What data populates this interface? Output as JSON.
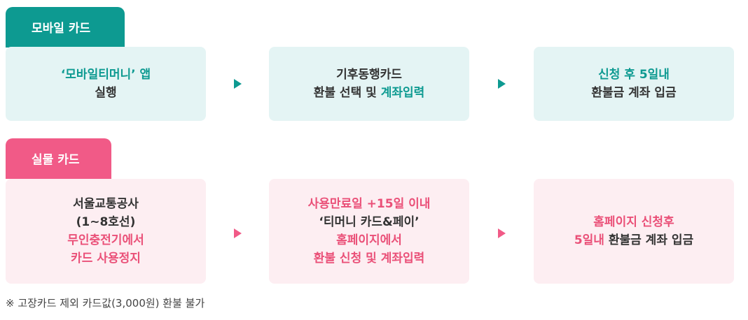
{
  "mobile": {
    "tab_label": "모바일 카드",
    "steps": [
      {
        "line1": "‘모바일티머니’ 앱",
        "line2": "실행"
      },
      {
        "line1": "기후동행카드",
        "line2_a": "환불 선택 및 ",
        "line2_b": "계좌입력"
      },
      {
        "line1": "신청 후 5일내",
        "line2": "환불금 계좌 입금"
      }
    ]
  },
  "physical": {
    "tab_label": "실물 카드",
    "steps": [
      {
        "line1": "서울교통공사",
        "line2": "(1~8호선)",
        "line3": "무인충전기에서",
        "line4": "카드 사용정지"
      },
      {
        "line1": "사용만료일 +15일 이내",
        "line2": "‘티머니 카드&페이’",
        "line3": "홈페이지에서",
        "line4": "환불 신청 및 계좌입력"
      },
      {
        "line1": "홈페이지 신청후",
        "line2_a": "5일내",
        "line2_b": " 환불금 계좌 입금"
      }
    ]
  },
  "footnote": "※ 고장카드 제외 카드값(3,000원) 환불 불가",
  "colors": {
    "teal": "#0d9a91",
    "pink": "#f15a87",
    "teal_bg": "#e4f4f4",
    "pink_bg": "#fdeef2"
  }
}
